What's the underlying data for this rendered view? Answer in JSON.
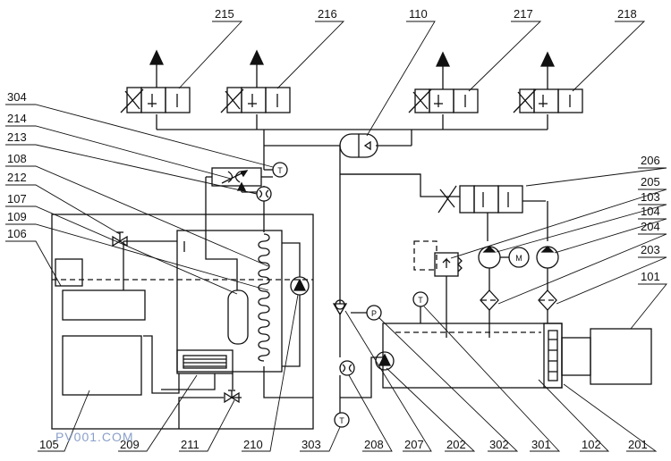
{
  "labels": {
    "l215": "215",
    "l216": "216",
    "l110": "110",
    "l217": "217",
    "l218": "218",
    "l304": "304",
    "l214": "214",
    "l213": "213",
    "l108": "108",
    "l212": "212",
    "l107": "107",
    "l109": "109",
    "l106": "106",
    "l206": "206",
    "l205": "205",
    "l103": "103",
    "l104": "104",
    "l204": "204",
    "l203": "203",
    "l101": "101",
    "l105": "105",
    "l209": "209",
    "l211": "211",
    "l210": "210",
    "l303": "303",
    "l208": "208",
    "l207": "207",
    "l202": "202",
    "l302": "302",
    "l301": "301",
    "l102": "102",
    "l201": "201"
  },
  "symbols": {
    "temp": "T",
    "pressure": "P",
    "motor": "M"
  },
  "watermark": "PV001.COM"
}
